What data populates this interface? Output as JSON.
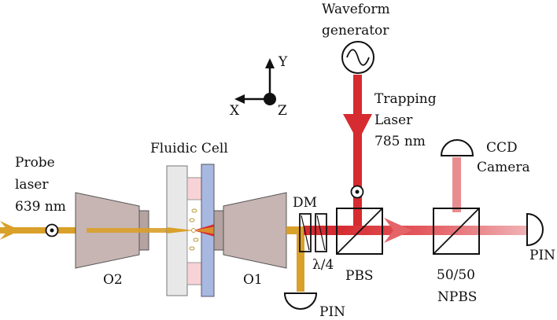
{
  "labels": {
    "waveform_line1": "Waveform",
    "waveform_line2": "generator",
    "axis_y": "Y",
    "axis_x": "X",
    "axis_z": "Z",
    "trapping_line1": "Trapping",
    "trapping_line2": "Laser",
    "trapping_line3": "785 nm",
    "ccd_line1": "CCD",
    "ccd_line2": "Camera",
    "fluidic_cell": "Fluidic Cell",
    "probe_line1": "Probe",
    "probe_line2": "laser",
    "probe_line3": "639 nm",
    "dm": "DM",
    "quarter_wave": "λ/4",
    "pbs": "PBS",
    "npbs_line1": "50/50",
    "npbs_line2": "NPBS",
    "pin_right": "PIN",
    "pin_bottom": "PIN",
    "o1": "O1",
    "o2": "O2"
  },
  "colors": {
    "probe_beam": "#d9a02a",
    "trapping_beam": "#d62b30",
    "trapping_faint": "#e88d8f",
    "beam_mix_mid": "#e05a5e",
    "objective_fill": "#c7b5b3",
    "cell_gray": "#e8e8e8",
    "cell_blue": "#a8b8e0",
    "cell_pink": "#f7d2d6"
  }
}
